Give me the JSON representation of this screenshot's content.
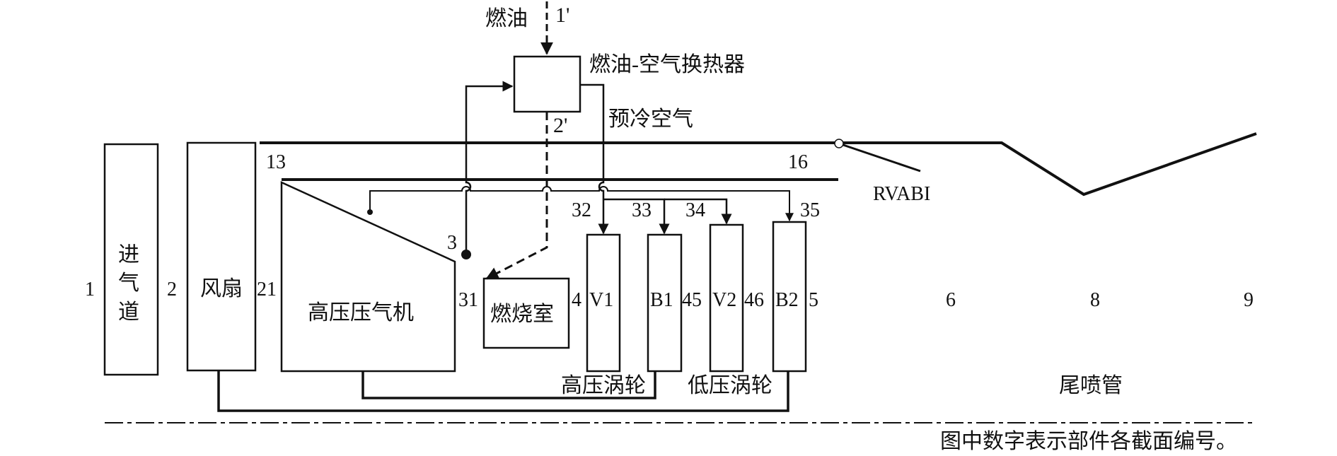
{
  "labels": {
    "fuel": "燃油",
    "s1p": "1'",
    "hx": "燃油-空气换热器",
    "s2p": "2'",
    "precool": "预冷空气",
    "s13": "13",
    "s16": "16",
    "rvabi": "RVABI",
    "s1": "1",
    "s2": "2",
    "s21": "21",
    "s3": "3",
    "s31": "31",
    "s4": "4",
    "s32": "32",
    "s33": "33",
    "s34": "34",
    "s35": "35",
    "s45": "45",
    "s46": "46",
    "s5": "5",
    "s6": "6",
    "s8": "8",
    "s9": "9",
    "inlet_c1": "进",
    "inlet_c2": "气",
    "inlet_c3": "道",
    "fan": "风扇",
    "hpc": "高压压气机",
    "combustor": "燃烧室",
    "v1": "V1",
    "b1": "B1",
    "v2": "V2",
    "b2": "B2",
    "hpt": "高压涡轮",
    "lpt": "低压涡轮",
    "nozzle": "尾喷管",
    "note": "图中数字表示部件各截面编号。"
  }
}
